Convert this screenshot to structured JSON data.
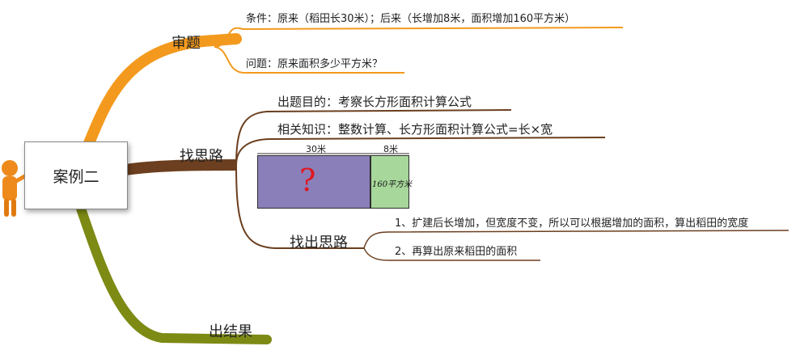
{
  "center": {
    "label": "案例二"
  },
  "branches": {
    "shenti": {
      "label": "审题",
      "details": [
        "条件：原来（稻田长30米）；后来（长增加8米，面积增加160平方米）",
        "问题：原来面积多少平方米？"
      ]
    },
    "zhaosilu": {
      "label": "找思路",
      "details": [
        "出题目的：考察长方形面积计算公式",
        "相关知识：整数计算、长方形面积计算公式=长×宽"
      ],
      "sub": {
        "label": "找出思路",
        "details": [
          "1、扩建后长增加，但宽度不变，所以可以根据增加的面积，算出稻田的宽度",
          "2、再算出原来稻田的面积"
        ]
      },
      "figure": {
        "length_label": "30米",
        "extra_label": "8米",
        "unknown": "?",
        "area_label": "160平方米"
      }
    },
    "chujieguo": {
      "label": "出结果"
    }
  },
  "colors": {
    "orange": "#f39a1e",
    "brown": "#6b3f1f",
    "olive": "#7d8a14"
  }
}
